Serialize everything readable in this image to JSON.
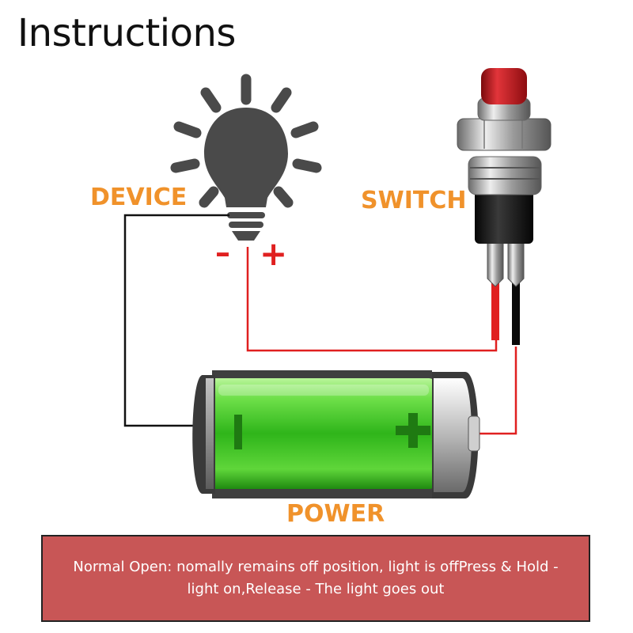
{
  "title": "Instructions",
  "labels": {
    "device": "DEVICE",
    "switch": "SWITCH",
    "power": "POWER",
    "minus": "–",
    "plus": "+"
  },
  "note": "Normal Open: nomally remains off position, light is offPress & Hold - light on,Release - The light goes out",
  "colors": {
    "label": "#f0922b",
    "wire_red": "#e02020",
    "wire_black": "#111111",
    "bulb": "#4a4a4a",
    "battery_green": "#37c21e",
    "note_bg": "#c85656",
    "note_text": "#ffffff",
    "button_red": "#c8151a"
  },
  "icons": {
    "bulb": "light-bulb-icon",
    "switch": "push-button-switch-icon",
    "battery": "battery-icon"
  }
}
